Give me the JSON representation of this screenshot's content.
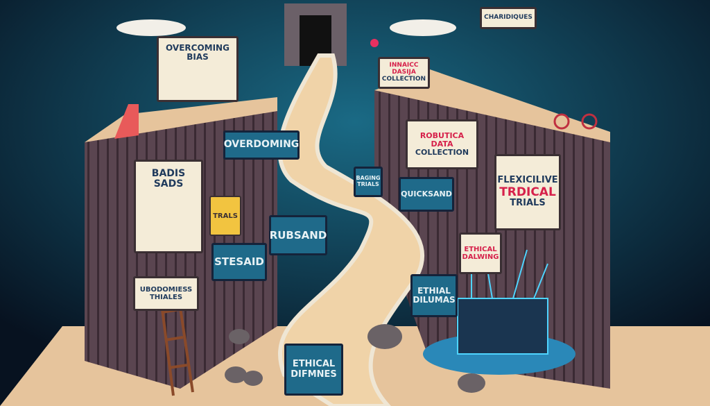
{
  "signs": {
    "top_left_billboard": "OVERCOMING BIAS",
    "left_blue_upper": "OVERDOMING",
    "left_poster": "BADIS SADS",
    "padlock": "TRALS",
    "rubsand": "RUBSAND",
    "stesaid": "STESAID",
    "bottom_left_sign": "UBODOMIESS THIALES",
    "center_small": "BAGING TRIALS",
    "quicksand": "QUICKSAND",
    "top_center_right_line1": "INNAICC DASIJA",
    "top_center_right_line2": "COLLECTION",
    "right_upper_line1": "ROBUTICA DATA",
    "right_upper_line2": "COLLECTION",
    "top_right": "CHARIDIQUES",
    "right_big_line1": "FLEXICILIVE",
    "right_big_line2": "TRDICAL",
    "right_big_line3": "TRIALS",
    "ethical_dalwing_line1": "ETHICAL",
    "ethical_dalwing_line2": "DALWING",
    "ethial_dilumas_line1": "ETHIAL",
    "ethial_dilumas_line2": "DILUMAS",
    "bottom_center_line1": "ETHICAL",
    "bottom_center_line2": "DIFMNES"
  },
  "colors": {
    "sky": "#12506a",
    "wall": "#5a4550",
    "path": "#f0d3a8",
    "circuit": "#4fd4ff"
  }
}
